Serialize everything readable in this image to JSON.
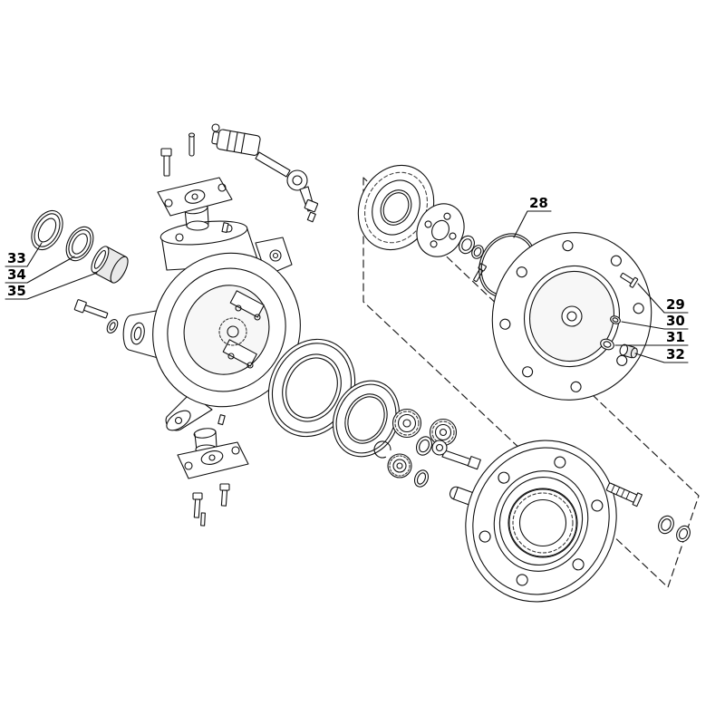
{
  "page": {
    "background": "#ffffff",
    "line_color": "#111111"
  },
  "diagram": {
    "type": "exploded-parts-diagram",
    "description": "Exploded view technical line drawing of a steering knuckle, bearings, seals, planetary gear parts and wheel hub, with numbered part callouts and a dashed kit boundary",
    "callouts": [
      {
        "id": "28",
        "text": "28"
      },
      {
        "id": "29",
        "text": "29"
      },
      {
        "id": "30",
        "text": "30"
      },
      {
        "id": "31",
        "text": "31"
      },
      {
        "id": "32",
        "text": "32"
      },
      {
        "id": "33",
        "text": "33"
      },
      {
        "id": "34",
        "text": "34"
      },
      {
        "id": "35",
        "text": "35"
      }
    ]
  }
}
